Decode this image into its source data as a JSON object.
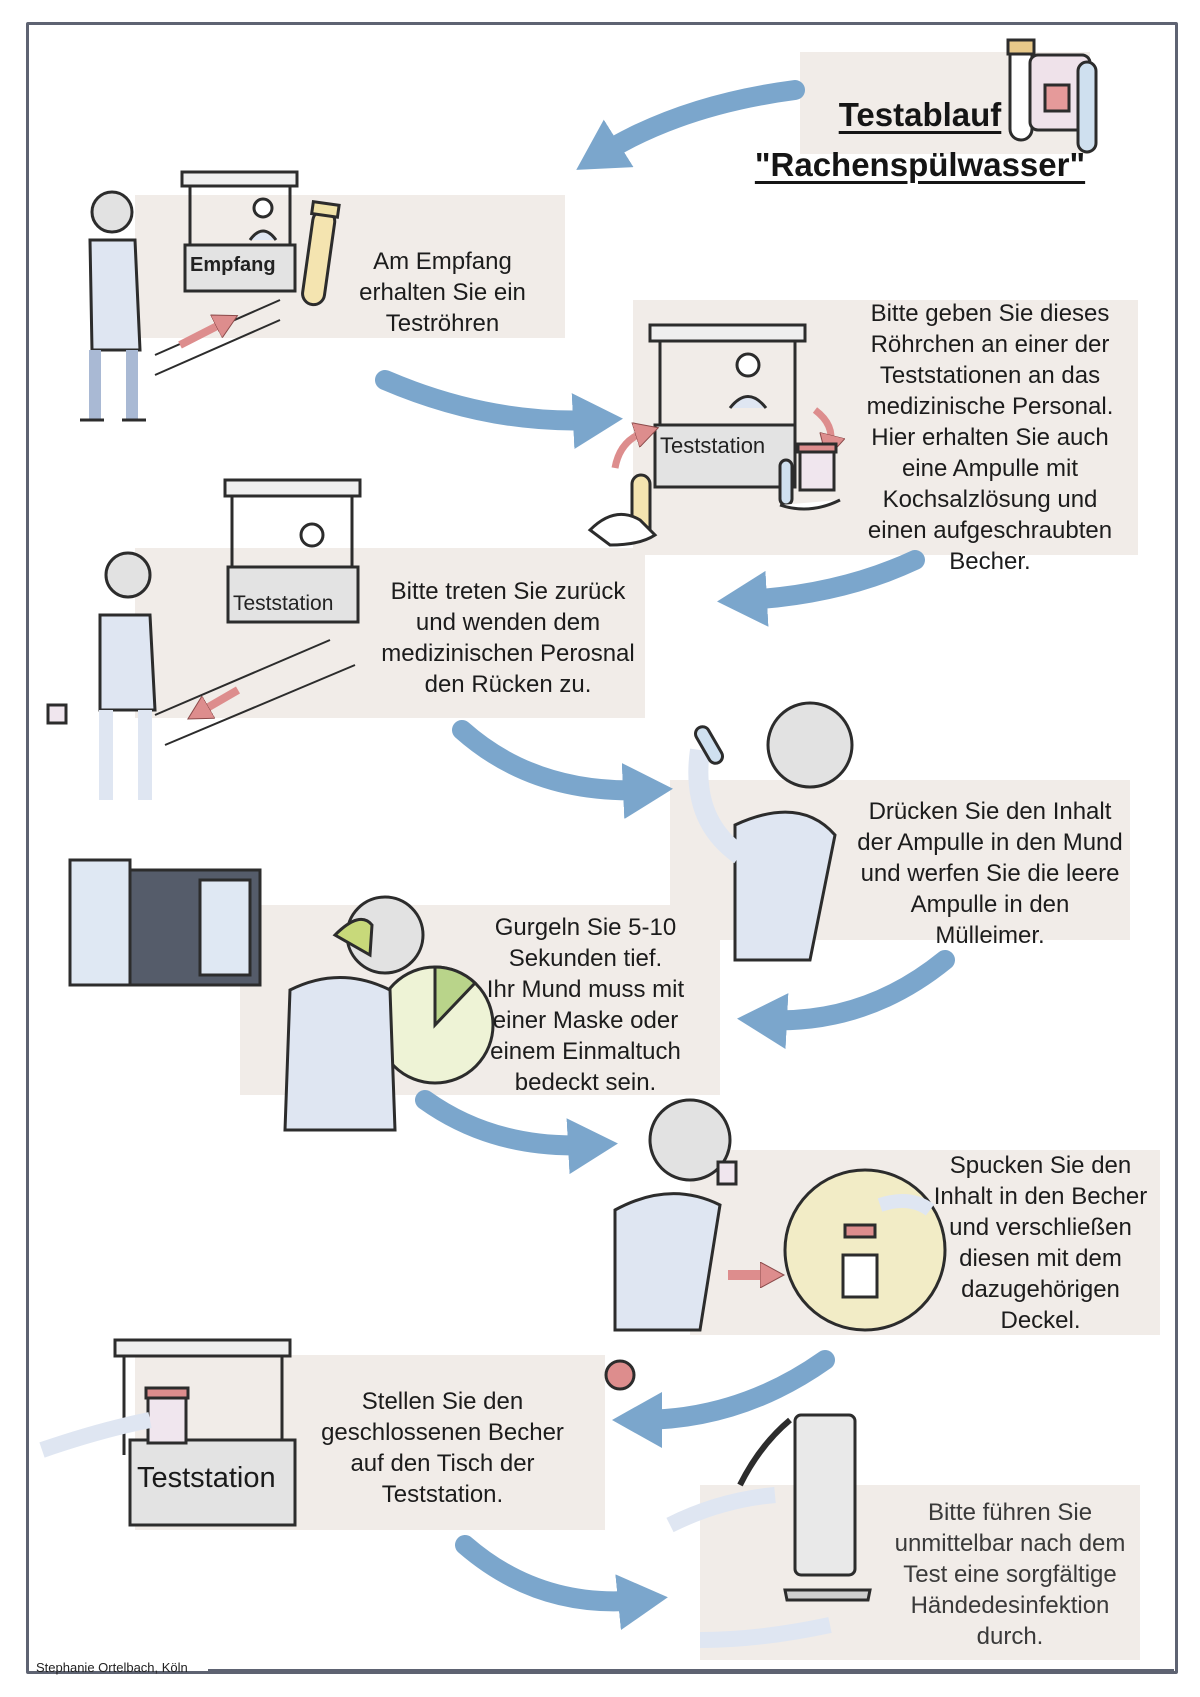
{
  "title": {
    "line1": "Testablauf",
    "line2": "\"Rachenspülwasser\""
  },
  "booth_labels": {
    "empfang": "Empfang",
    "teststation_1": "Teststation",
    "teststation_2": "Teststation",
    "teststation_3": "Teststation"
  },
  "steps": [
    {
      "id": 1,
      "lines": [
        "Am Empfang",
        "erhalten Sie ein",
        "Teströhren"
      ]
    },
    {
      "id": 2,
      "lines": [
        "Bitte geben Sie dieses",
        "Röhrchen an einer der",
        "Teststationen an das",
        "medizinische Personal.",
        "Hier erhalten Sie auch",
        "eine Ampulle mit",
        "Kochsalzlösung und",
        "einen aufgeschraubten",
        "Becher."
      ]
    },
    {
      "id": 3,
      "lines": [
        "Bitte treten Sie zurück",
        "und wenden dem",
        "medizinischen Perosnal",
        "den Rücken zu."
      ]
    },
    {
      "id": 4,
      "lines": [
        "Drücken Sie den Inhalt",
        "der Ampulle in den Mund",
        "und werfen Sie die leere",
        "Ampulle in den",
        "Mülleimer."
      ]
    },
    {
      "id": 5,
      "lines": [
        "Gurgeln Sie 5-10",
        "Sekunden tief.",
        "Ihr Mund muss mit",
        "einer Maske oder",
        "einem Einmaltuch",
        "bedeckt sein."
      ]
    },
    {
      "id": 6,
      "lines": [
        "Spucken Sie den",
        "Inhalt in den Becher",
        "und verschließen",
        "diesen mit dem",
        "dazugehörigen",
        "Deckel."
      ]
    },
    {
      "id": 7,
      "lines": [
        "Stellen Sie den",
        "geschlossenen Becher",
        "auf den Tisch der",
        "Teststation."
      ]
    },
    {
      "id": 8,
      "lines": [
        "Bitte führen Sie",
        "unmittelbar nach dem",
        "Test eine sorgfältige",
        "Händedesinfektion",
        "durch."
      ]
    }
  ],
  "credit": "Stephanie Ortelbach, Köln",
  "colors": {
    "flow_arrow": "#7ba6cc",
    "panel": "#f1ece8",
    "shirt": "#dfe6f2",
    "red_arrow": "#dd8d8d",
    "frame": "#5e6372"
  }
}
